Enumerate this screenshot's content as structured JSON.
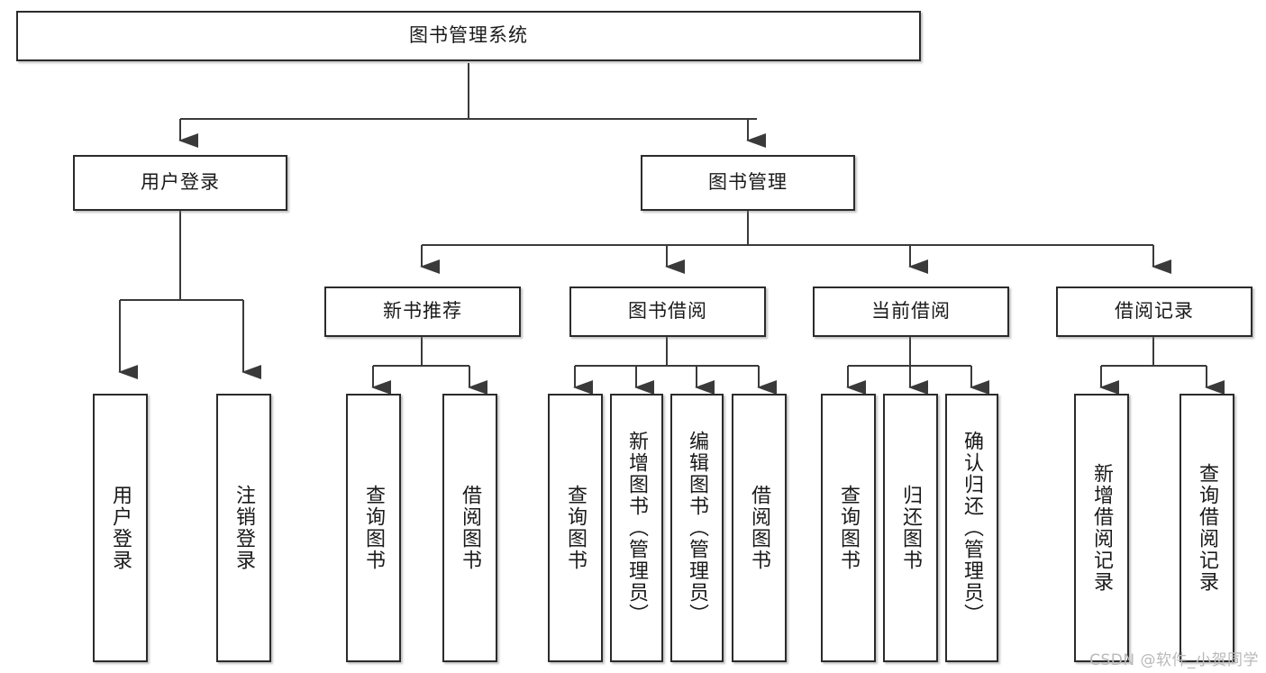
{
  "diagram": {
    "title": "图书管理系统",
    "type": "tree-hierarchy",
    "orientation": "top-down",
    "style": {
      "box_border_color": "#2b2b2b",
      "box_fill_color": "#ffffff",
      "connector_color": "#3a3a3a",
      "background_color": "#ffffff",
      "text_color": "#1a1a1a"
    }
  },
  "root": {
    "label": "图书管理系统"
  },
  "level2": [
    {
      "label": "用户登录"
    },
    {
      "label": "图书管理"
    }
  ],
  "level3": [
    {
      "label": "新书推荐"
    },
    {
      "label": "图书借阅"
    },
    {
      "label": "当前借阅"
    },
    {
      "label": "借阅记录"
    }
  ],
  "leaves": {
    "user_login": [
      {
        "label": "用户登录"
      },
      {
        "label": "注销登录"
      }
    ],
    "new_book_recommend": [
      {
        "label": "查询图书"
      },
      {
        "label": "借阅图书"
      }
    ],
    "book_borrow": [
      {
        "label": "查询图书"
      },
      {
        "label": "新增图书（管理员）"
      },
      {
        "label": "编辑图书（管理员）"
      },
      {
        "label": "借阅图书"
      }
    ],
    "current_borrow": [
      {
        "label": "查询图书"
      },
      {
        "label": "归还图书"
      },
      {
        "label": "确认归还（管理员）"
      }
    ],
    "borrow_record": [
      {
        "label": "新增借阅记录"
      },
      {
        "label": "查询借阅记录"
      }
    ]
  },
  "watermark": {
    "text": "CSDN @软件_小贺同学"
  }
}
